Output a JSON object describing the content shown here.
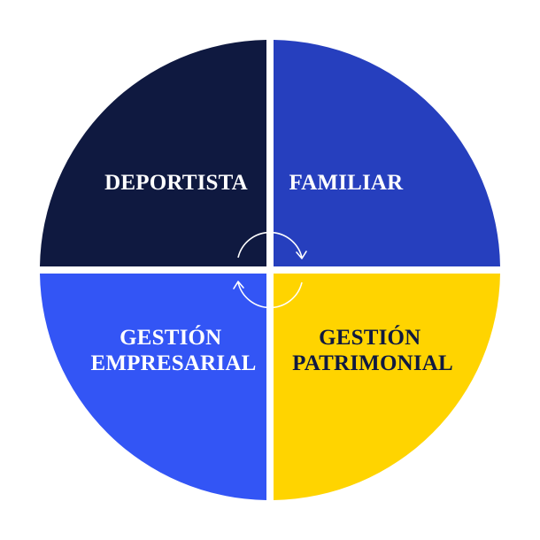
{
  "quadrants": {
    "top_left": {
      "label_lines": [
        "DEPORTISTA"
      ],
      "fill": "#0f1940",
      "text_color": "#ffffff"
    },
    "top_right": {
      "label_lines": [
        "FAMILIAR"
      ],
      "fill": "#263fbe",
      "text_color": "#ffffff"
    },
    "bottom_left": {
      "label_lines": [
        "GESTIÓN",
        "EMPRESARIAL"
      ],
      "fill": "#3355f5",
      "text_color": "#ffffff"
    },
    "bottom_right": {
      "label_lines": [
        "GESTIÓN",
        "PATRIMONIAL"
      ],
      "fill": "#ffd400",
      "text_color": "#0f1940"
    }
  },
  "center_icon": {
    "name": "cycle-arrows-icon",
    "color": "#ffffff"
  },
  "background": "#ffffff"
}
